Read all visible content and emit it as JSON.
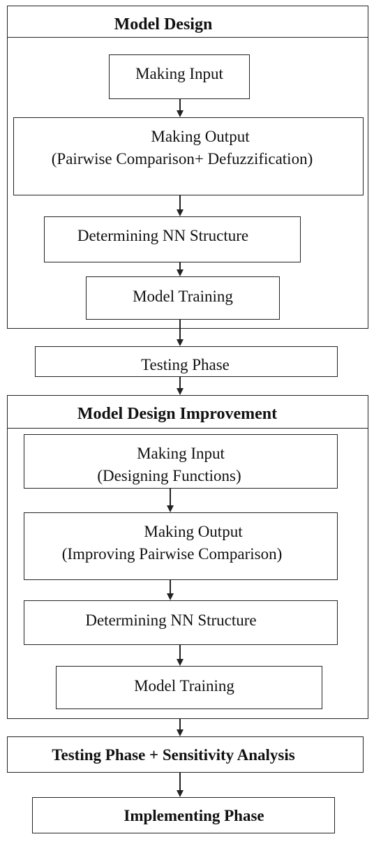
{
  "section1": {
    "title": "Model Design",
    "steps": [
      {
        "lines": [
          "Making Input"
        ]
      },
      {
        "lines": [
          "Making Output",
          "(Pairwise Comparison+ Defuzzification)"
        ]
      },
      {
        "lines": [
          "Determining NN Structure"
        ]
      },
      {
        "lines": [
          "Model Training"
        ]
      }
    ]
  },
  "testing": {
    "label": "Testing Phase"
  },
  "section2": {
    "title": "Model Design Improvement",
    "steps": [
      {
        "lines": [
          "Making Input",
          "(Designing Functions)"
        ]
      },
      {
        "lines": [
          "Making Output",
          "(Improving Pairwise Comparison)"
        ]
      },
      {
        "lines": [
          "Determining NN Structure"
        ]
      },
      {
        "lines": [
          "Model Training"
        ]
      }
    ]
  },
  "sensitivity": {
    "label": "Testing Phase + Sensitivity Analysis"
  },
  "implementing": {
    "label": "Implementing Phase"
  }
}
